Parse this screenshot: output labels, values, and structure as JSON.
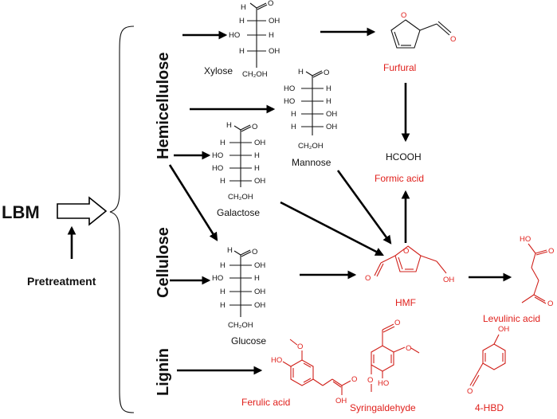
{
  "lbm_label": "LBM",
  "pretreatment_label": "Pretreatment",
  "sections": {
    "hemicellulose": "Hemicellulose",
    "cellulose": "Cellulose",
    "lignin": "Lignin"
  },
  "compounds": {
    "xylose": "Xylose",
    "mannose": "Mannose",
    "galactose": "Galactose",
    "glucose": "Glucose",
    "furfural": "Furfural",
    "formic_acid": "Formic acid",
    "formic_formula": "HCOOH",
    "hmf": "HMF",
    "levulinic_acid": "Levulinic acid",
    "ferulic_acid": "Ferulic acid",
    "syringaldehyde": "Syringaldehyde",
    "hbd": "4-HBD"
  },
  "atoms": {
    "H": "H",
    "HO": "HO",
    "OH": "OH",
    "O": "O",
    "CH2OH": "CH₂OH"
  },
  "colors": {
    "product": "#e0201c",
    "text": "#111111"
  }
}
